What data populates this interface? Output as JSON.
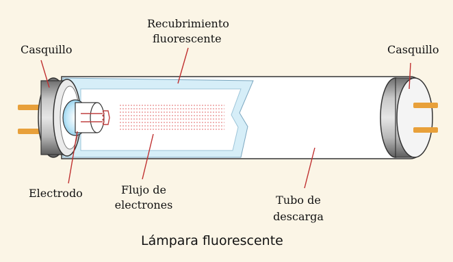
{
  "caption": "Lámpara fluorescente",
  "labels": {
    "cap_left": "Casquillo",
    "cap_right": "Casquillo",
    "coating_line1": "Recubrimiento",
    "coating_line2": "fluorescente",
    "electrode": "Electrodo",
    "electron_flow_line1": "Flujo de",
    "electron_flow_line2": "electrones",
    "tube_line1": "Tubo de",
    "tube_line2": "descarga"
  },
  "colors": {
    "background": "#fbf5e6",
    "coating": "#d6eef8",
    "glass": "#ffffff",
    "cap_metal": "#9a9a9a",
    "pins": "#e8a03a",
    "electron_lines": "#e06868",
    "outline": "#333333"
  }
}
